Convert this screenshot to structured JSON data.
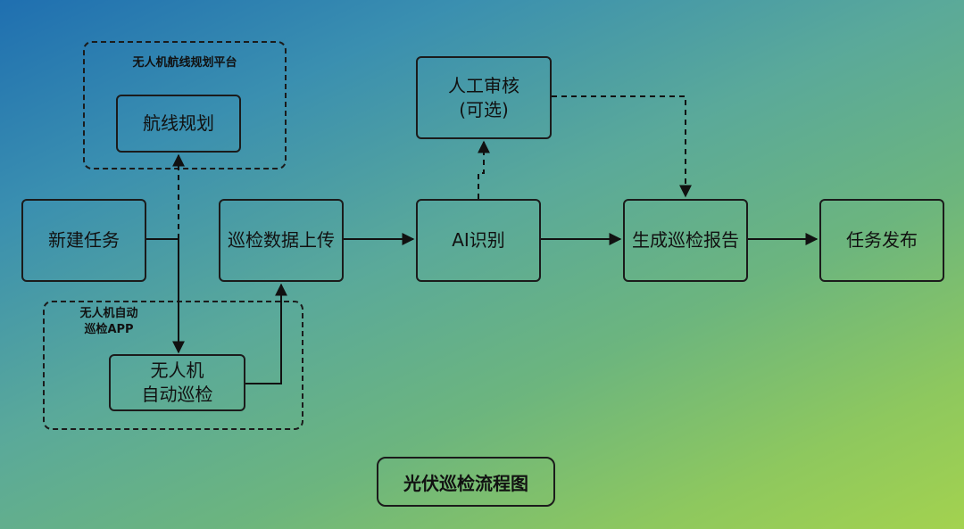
{
  "groups": {
    "planning_platform": "无人机航线规划平台",
    "inspection_app": "无人机自动\n巡检APP"
  },
  "nodes": {
    "route_planning": "航线规划",
    "new_task": "新建任务",
    "upload_data": "巡检数据上传",
    "ai_recognition": "AI识别",
    "manual_review": "人工审核\n(可选)",
    "generate_report": "生成巡检报告",
    "task_publish": "任务发布",
    "auto_inspection": "无人机\n自动巡检"
  },
  "diagram_title": "光伏巡检流程图"
}
